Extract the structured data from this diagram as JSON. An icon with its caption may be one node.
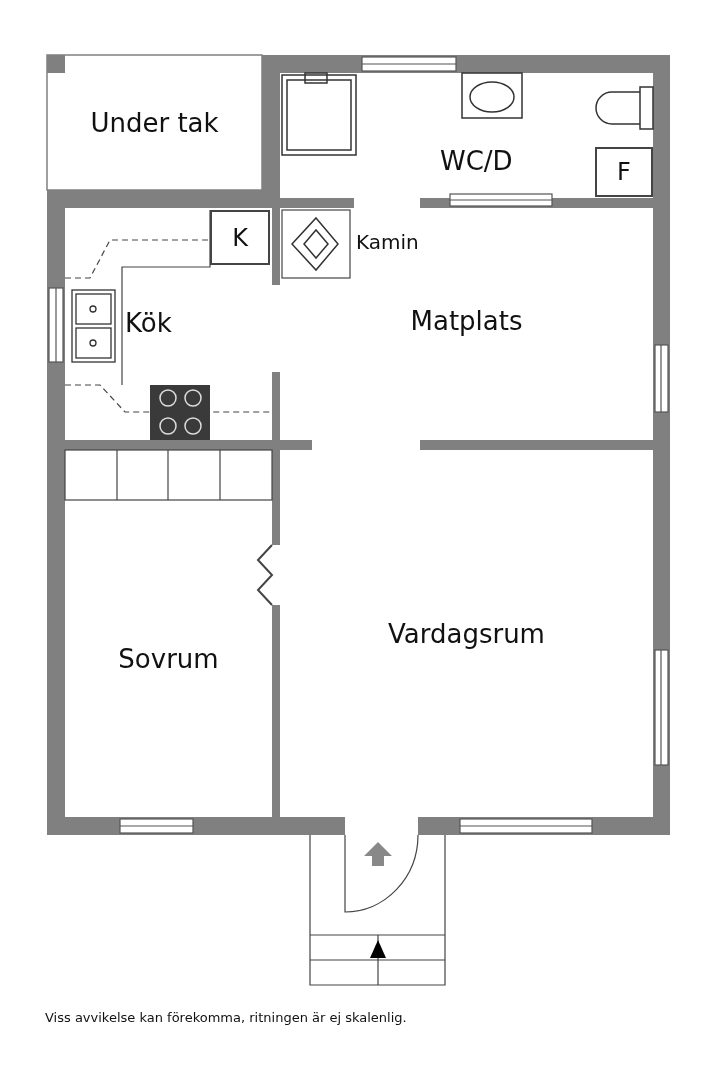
{
  "diagram": {
    "caption": "Viss avvikelse kan förekomma, ritningen är ej skalenlig.",
    "nodes": [
      {
        "text": [
          "Under tak"
        ]
      },
      {
        "text": [
          "WC/D"
        ]
      },
      {
        "text": [
          "F"
        ],
        "in": 1
      },
      {
        "text": [
          "Kök"
        ]
      },
      {
        "text": [
          "K"
        ],
        "in": 3
      },
      {
        "text": [
          "Matplats"
        ]
      },
      {
        "text": [
          "Sovrum"
        ]
      },
      {
        "text": [
          "Vardagsrum"
        ]
      }
    ],
    "labels": [
      "Kamin"
    ]
  }
}
